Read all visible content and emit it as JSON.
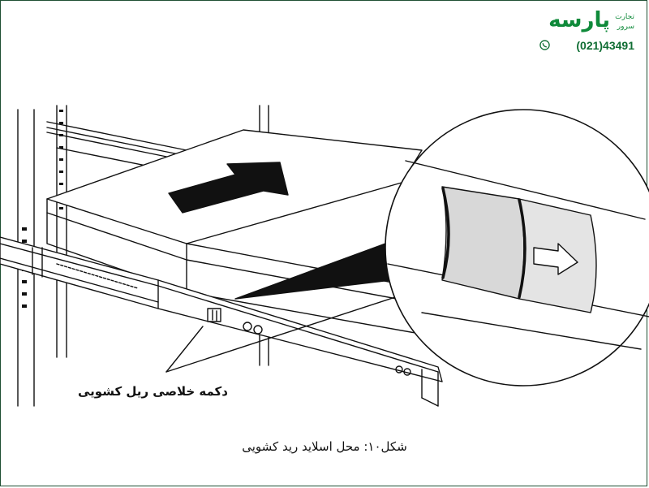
{
  "logo": {
    "brand": "پارسه",
    "line1": "تجارت",
    "line2": "سرور",
    "phone": "(021)43491",
    "accent": "#0f8a3a"
  },
  "diagram": {
    "callout_label": "دکمه  خلاصی ریل کشویی",
    "caption": "شکل۱۰: محل اسلاید رید کشویی"
  }
}
